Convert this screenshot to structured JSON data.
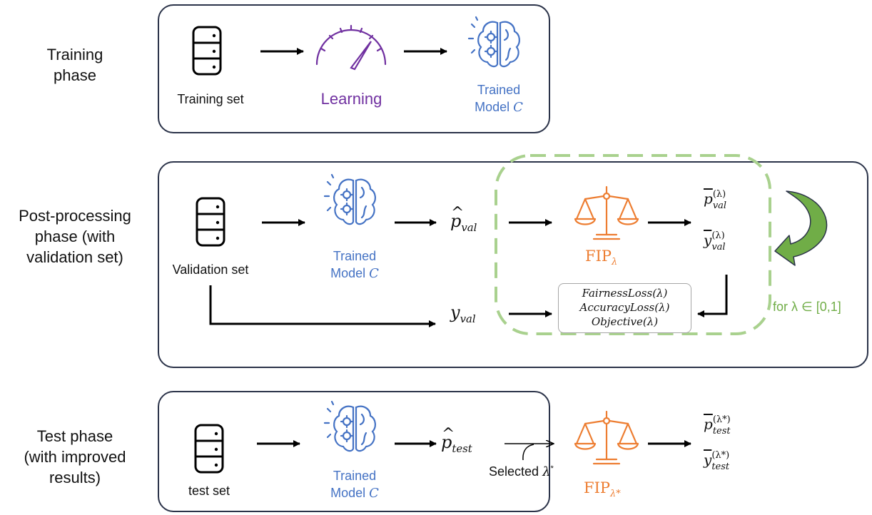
{
  "phases": {
    "training": {
      "label": "Training\nphase"
    },
    "postprocessing": {
      "label": "Post-processing\nphase (with\nvalidation set)"
    },
    "test": {
      "label": "Test phase\n(with improved\nresults)"
    }
  },
  "training": {
    "dataset_label": "Training set",
    "learning_label": "Learning",
    "model_label_line1": "Trained",
    "model_label_line2": "Model ",
    "model_symbol": "C"
  },
  "validation": {
    "dataset_label": "Validation set",
    "model_label_line1": "Trained",
    "model_label_line2": "Model ",
    "model_symbol": "C",
    "p_hat_base": "p",
    "p_hat_sub": "val",
    "y_base": "y",
    "y_sub": "val",
    "fip_base": "FIP",
    "fip_sub": "λ",
    "p_bar_base": "p",
    "p_bar_sup": "(λ)",
    "p_bar_sub": "val",
    "y_bar_base": "y",
    "y_bar_sup": "(λ)",
    "y_bar_sub": "val",
    "losses": [
      "FairnessLoss(λ)",
      "AccuracyLoss(λ)",
      "Objective(λ)"
    ],
    "loop_label": "for λ ∈ [0,1]"
  },
  "test": {
    "dataset_label": "test set",
    "model_label_line1": "Trained",
    "model_label_line2": "Model ",
    "model_symbol": "C",
    "p_hat_base": "p",
    "p_hat_sub": "test",
    "selected_label": "Selected ",
    "selected_symbol": "λ",
    "selected_sup": "*",
    "fip_base": "FIP",
    "fip_sub": "λ*",
    "p_bar_base": "p",
    "p_bar_sup": "(λ*)",
    "p_bar_sub": "test",
    "y_bar_base": "y",
    "y_bar_sup": "(λ*)",
    "y_bar_sub": "test"
  },
  "colors": {
    "box_border": "#2b3349",
    "model_blue": "#4472c4",
    "learning_purple": "#7030a0",
    "fip_orange": "#ed7d31",
    "loop_green": "#70ad47",
    "dashed_green": "#a9d18e"
  },
  "icons": [
    "database-icon",
    "speedometer-icon",
    "brain-gears-icon",
    "scale-icon",
    "curved-arrow-icon"
  ]
}
